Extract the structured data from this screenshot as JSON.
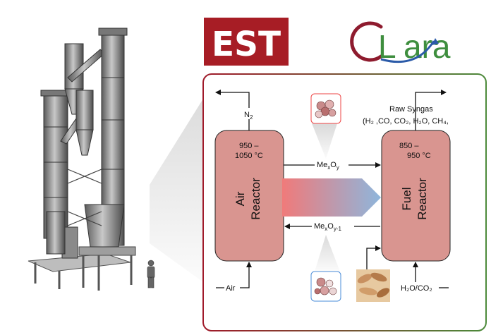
{
  "logos": {
    "est": {
      "text": "EST",
      "background": "#A71D25",
      "foreground": "#ffffff"
    },
    "clara": {
      "text_l": "L",
      "text_rest": "ara",
      "c_color": "#8E1B2E",
      "text_color": "#3E8E3E",
      "arc_color": "#2A5AA8"
    }
  },
  "panel": {
    "border_gradient": [
      "#A01A2A",
      "#4C8A3A"
    ]
  },
  "reactors": {
    "air": {
      "line1": "Air",
      "line2": "Reactor",
      "temp_line1": "950 –",
      "temp_line2": "1050 °C",
      "fill": "#D99590"
    },
    "fuel": {
      "line1": "Fuel",
      "line2": "Reactor",
      "temp_line1": "850 –",
      "temp_line2": "950 °C",
      "fill": "#D99590"
    }
  },
  "labels": {
    "n2_main": "N",
    "n2_sub": "2",
    "air_in": "Air",
    "raw_syngas": "Raw Syngas",
    "syngas_comp": "(H₂ ,CO, CO₂, H₂O, CH₄,",
    "h2o_co2": "H₂O/CO₂",
    "oxidized": {
      "base": "Me",
      "sub1": "x",
      "mid": "O",
      "sub2": "y"
    },
    "reduced": {
      "base": "Me",
      "sub1": "x",
      "mid": "O",
      "sub2": "y-1"
    }
  },
  "icons": {
    "particle_top": "oxidized-particle-icon",
    "particle_bottom": "reduced-particle-icon",
    "fuel_chips": "wood-chips-icon",
    "plant": "pilot-plant-illustration",
    "person": "person-silhouette-icon"
  },
  "colors": {
    "arrow_left": "#F07A7A",
    "arrow_right": "#8EB6DC",
    "particle_top_border": "#E44",
    "particle_bottom_border": "#4A8CD8"
  }
}
